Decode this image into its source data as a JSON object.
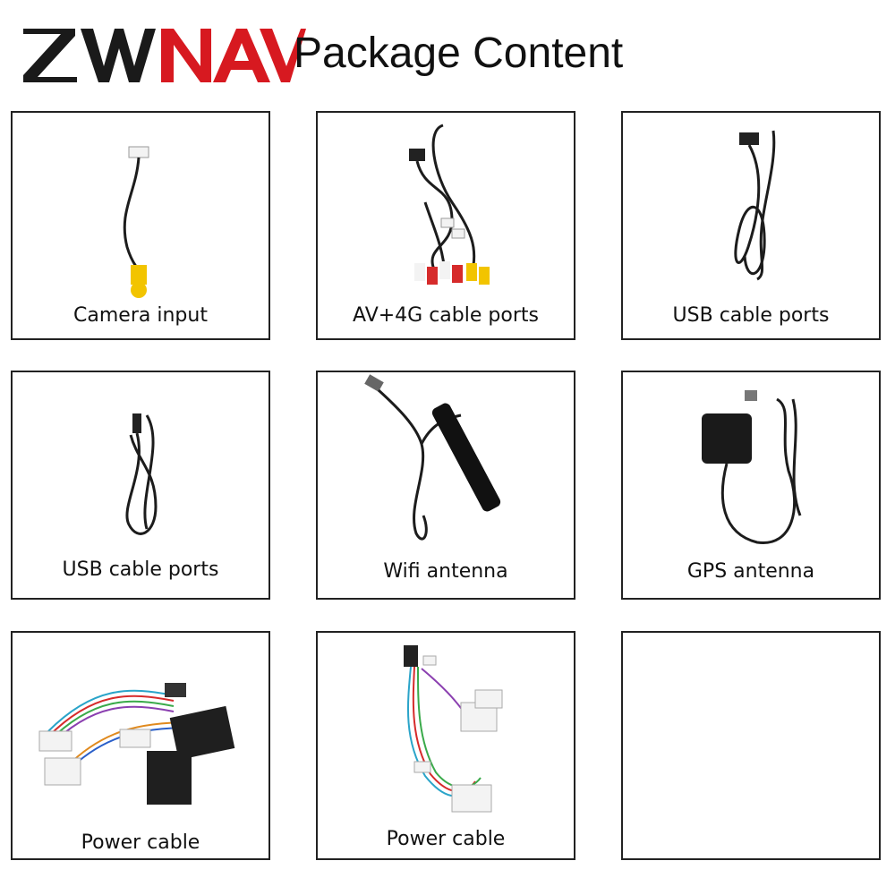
{
  "brand": {
    "logo_text": "ZWNAV",
    "logo_colors": {
      "dark": "#1a1a1a",
      "red": "#d71920"
    }
  },
  "header": {
    "title": "Package Content"
  },
  "items": [
    {
      "label": "Camera input"
    },
    {
      "label": "AV+4G cable ports"
    },
    {
      "label": "USB cable ports"
    },
    {
      "label": "USB cable ports"
    },
    {
      "label": "Wifi antenna"
    },
    {
      "label": "GPS antenna"
    },
    {
      "label": "Power cable"
    },
    {
      "label": "Power cable"
    },
    {
      "label": ""
    }
  ],
  "colors": {
    "border": "#222222",
    "cable": "#1c1c1c",
    "rca_yellow": "#f2c400",
    "rca_red": "#d62b2b",
    "connector_white": "#f3f3f3"
  }
}
